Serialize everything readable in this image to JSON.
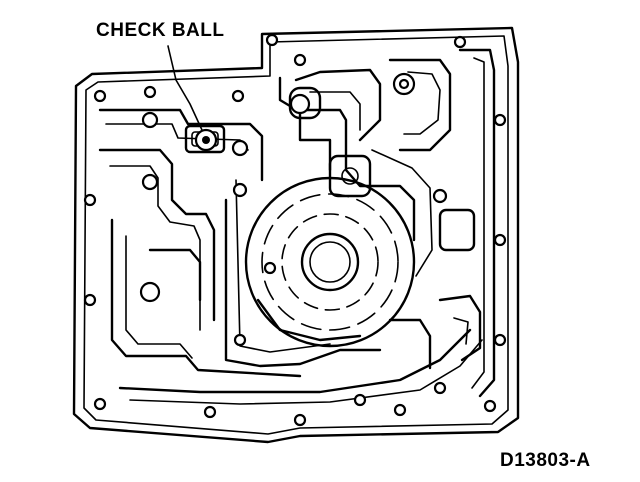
{
  "labels": {
    "check_ball": "CHECK BALL",
    "figure_id": "D13803-A"
  },
  "icons": {
    "main_drawing": "valve-body-separator-plate-gasket",
    "leader": "callout-leader-line"
  },
  "colors": {
    "line": "#000000",
    "background": "#ffffff"
  }
}
